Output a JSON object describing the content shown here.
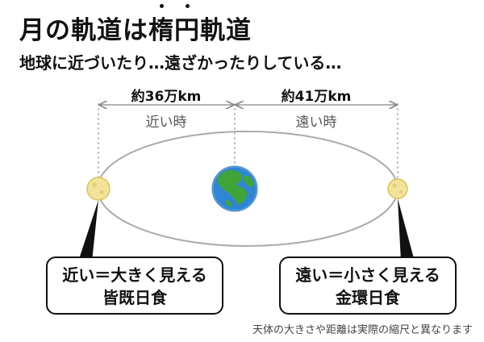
{
  "title": {
    "before": "月の軌道は",
    "emphasized": [
      "楕",
      "円"
    ],
    "after": "軌道"
  },
  "subtitle": "地球に近づいたり…遠ざかったりしている…",
  "near": {
    "distance": "約36万km",
    "label": "近い時",
    "callout_line1": "近い＝大きく見える",
    "callout_line2": "皆既日食"
  },
  "far": {
    "distance": "約41万km",
    "label": "遠い時",
    "callout_line1": "遠い＝小さく見える",
    "callout_line2": "金環日食"
  },
  "note": "天体の大きさや距離は実際の縮尺と異なります",
  "colors": {
    "moon": "#f3e39a",
    "moon_edge": "#d9c15c",
    "ocean": "#2f86d6",
    "land": "#3fa53a",
    "orbit": "#aaaaaa",
    "guide": "#888888"
  }
}
